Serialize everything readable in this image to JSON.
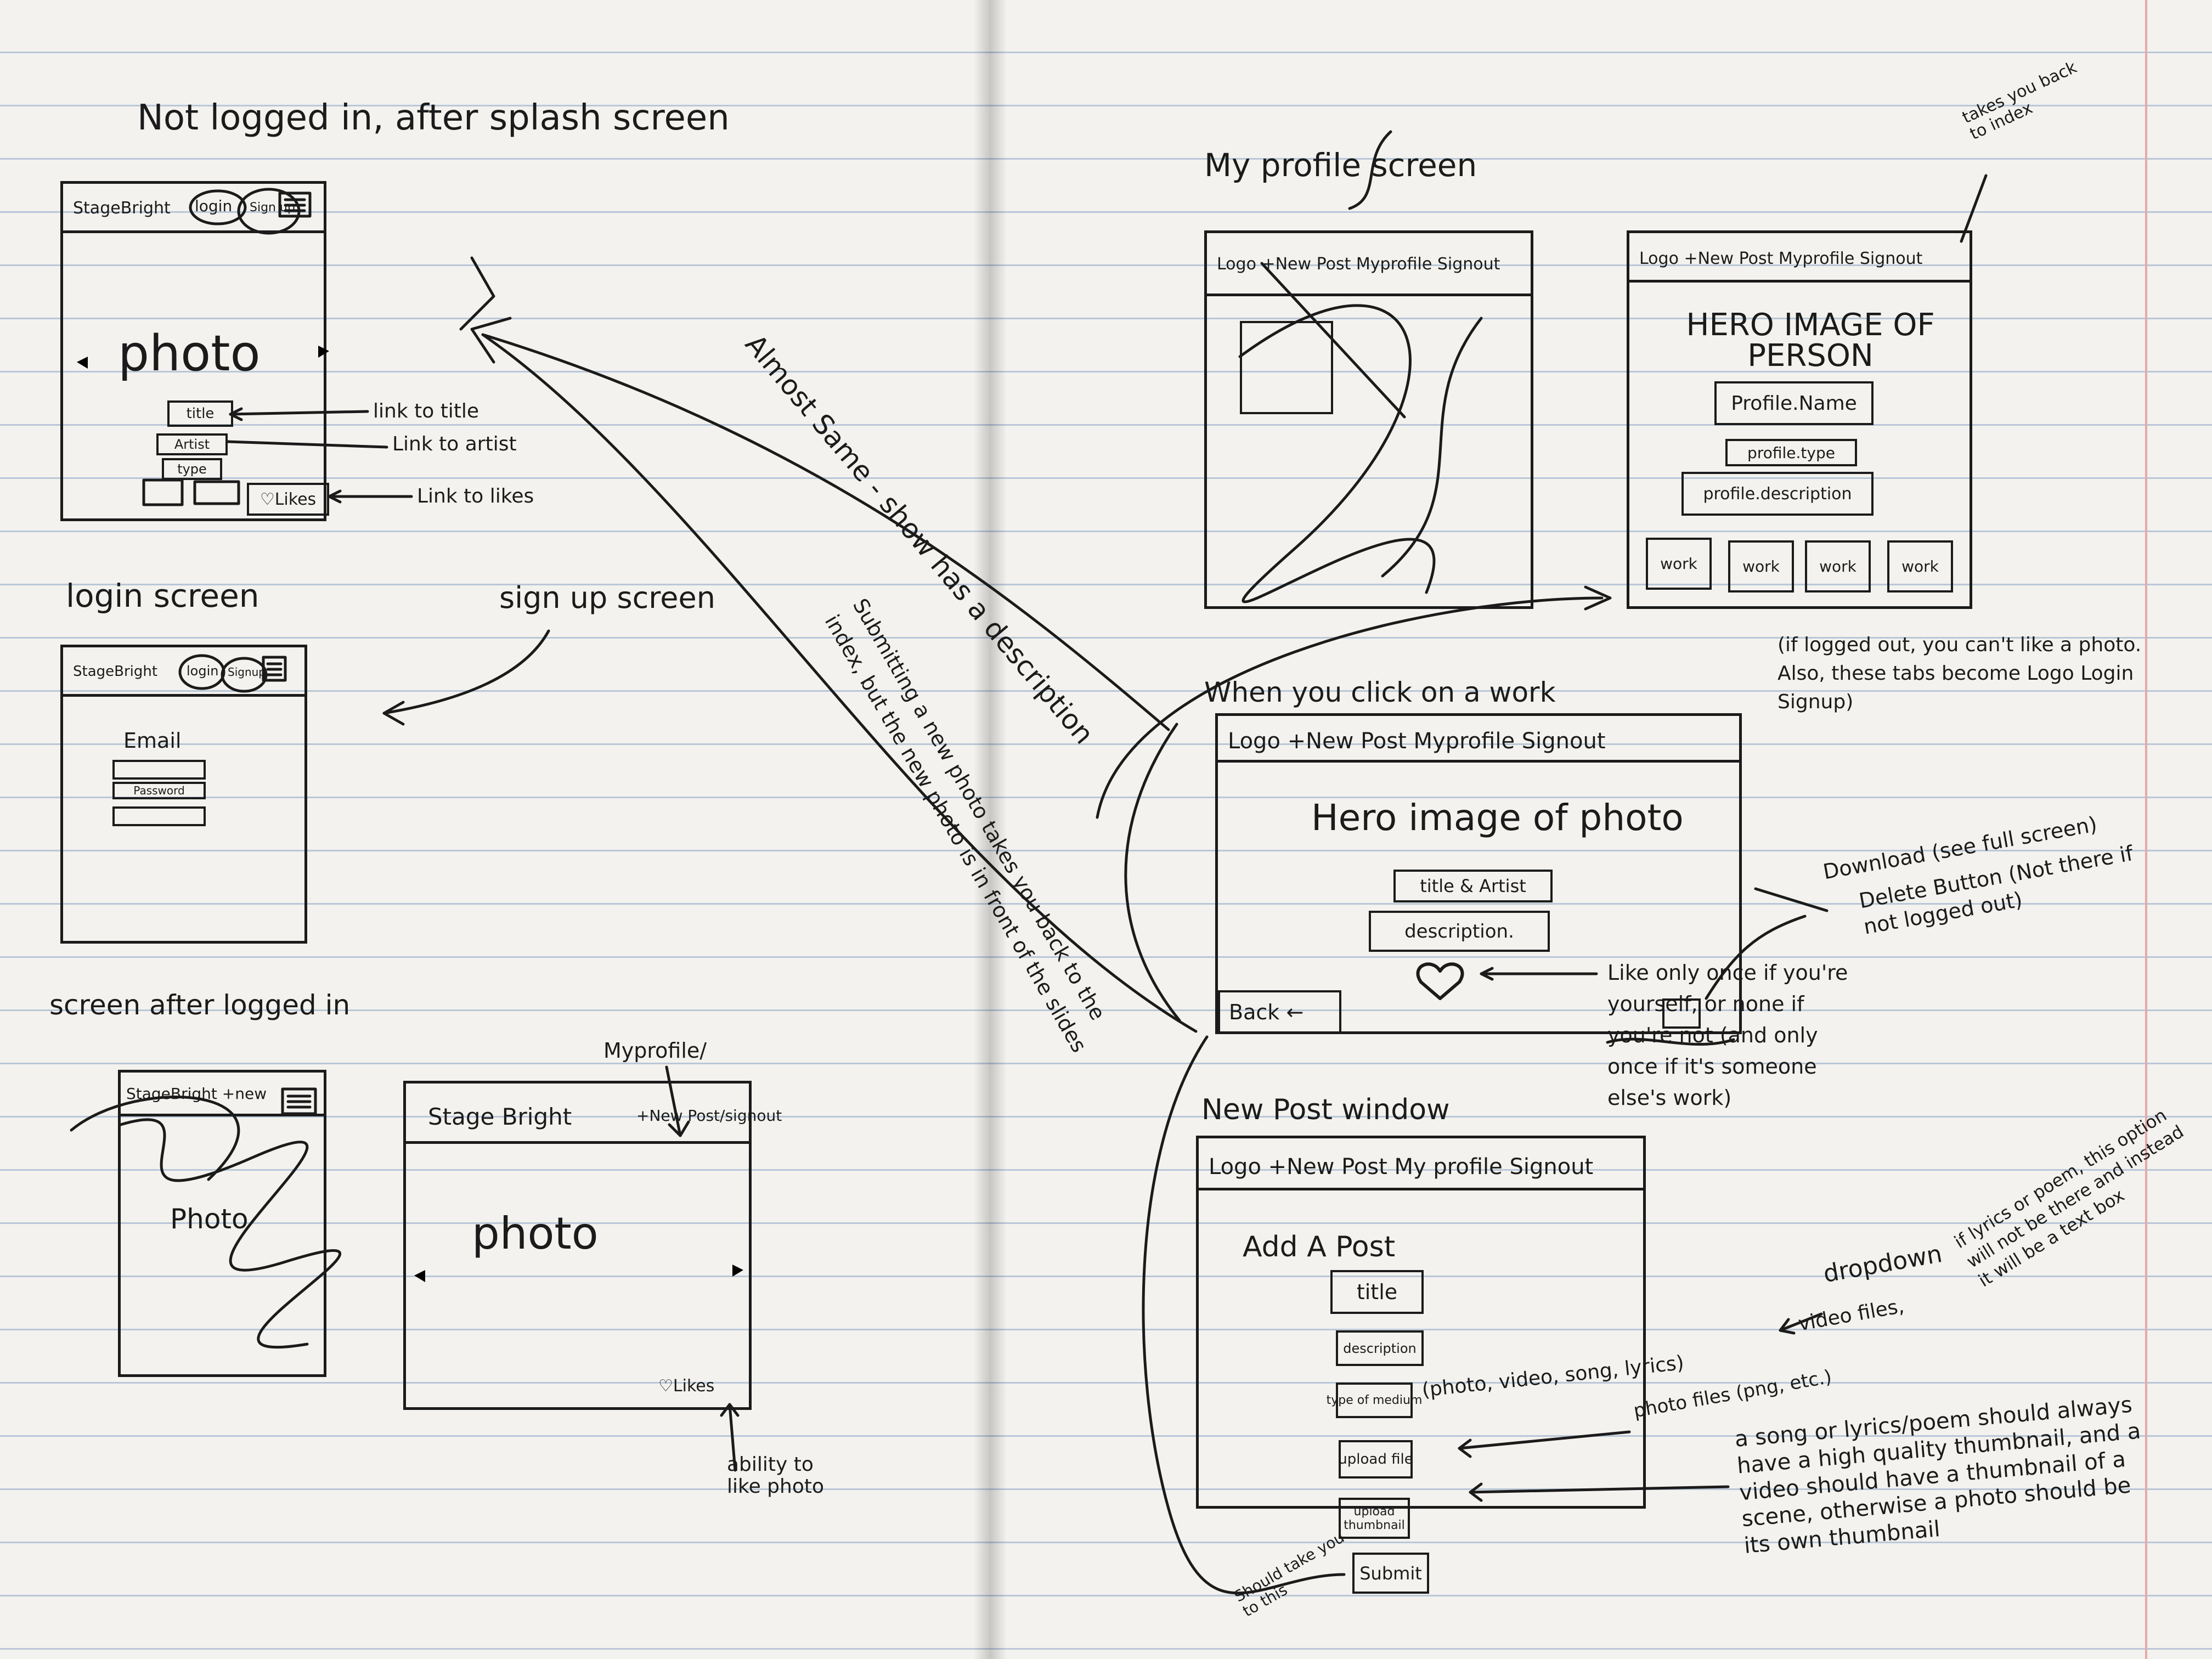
{
  "left": {
    "heading_not_logged": "Not logged in, after splash screen",
    "splash": {
      "brand": "StageBright",
      "login": "login",
      "signup": "Sign up",
      "photo": "photo",
      "title_field": "title",
      "artist_field": "Artist",
      "type_field": "type",
      "likes": "♡Likes",
      "note_title": "link to title",
      "note_artist": "Link to artist",
      "note_likes": "Link to likes"
    },
    "heading_login": "login screen",
    "signup_note": "sign up screen",
    "login_screen": {
      "brand": "StageBright",
      "login": "login",
      "signup": "Signup",
      "email": "Email",
      "password": "Password"
    },
    "heading_logged": "screen after logged in",
    "mobile_logged": {
      "header": "StageBright +new",
      "photo": "Photo"
    },
    "desktop_logged": {
      "brand": "Stage Bright",
      "links": "+New Post/signout",
      "photo": "photo",
      "likes": "♡Likes",
      "myprofile_note": "Myprofile/",
      "ability_note": "ability to like photo"
    }
  },
  "diagonal": {
    "almost_same": "Almost Same - show has a description",
    "submitting": "Submitting a new photo takes you back to the index, but the new photo is in front of the slides"
  },
  "right": {
    "heading_profile": "My profile screen",
    "profile_a": {
      "nav": "Logo +New Post Myprofile Signout"
    },
    "profile_b": {
      "nav": "Logo +New Post Myprofile Signout",
      "hero": "HERO IMAGE OF PERSON",
      "name": "Profile.Name",
      "type": "profile.type",
      "description": "profile.description",
      "works": [
        "work",
        "work",
        "work",
        "work"
      ]
    },
    "takes_back_note": "takes you back to index",
    "heading_work": "When you click on a work",
    "logged_out_note": "(if logged out, you can't like a photo. Also, these tabs become Logo Login Signup)",
    "work_screen": {
      "nav": "Logo +New Post Myprofile Signout",
      "hero": "Hero image of photo",
      "title_artist": "title & Artist",
      "description": "description.",
      "back": "Back ←"
    },
    "download_note": "Download (see full screen)",
    "delete_note": "Delete Button (Not there if not logged out)",
    "like_note": "Like only once if you're yourself, or none if you're not (and only once if it's someone else's work)",
    "heading_newpost": "New Post window",
    "newpost": {
      "nav": "Logo +New Post My profile Signout",
      "heading": "Add A Post",
      "title": "title",
      "description": "description",
      "type_field": "type of medium",
      "type_note": "(photo, video, song, lyrics)",
      "upload_file": "upload file",
      "upload_thumb": "upload thumbnail",
      "submit": "Submit"
    },
    "dropdown_note": "dropdown",
    "filetypes_note": "video files,",
    "photo_files_note": "photo files (png, etc.)",
    "lyrics_note": "if lyrics or poem, this option will not be there and instead it will be a text box",
    "thumbnail_note": "a song or lyrics/poem should always have a high quality thumbnail, and a video should have a thumbnail of a scene, otherwise a photo should be its own thumbnail",
    "submit_note": "Should take you to this"
  }
}
